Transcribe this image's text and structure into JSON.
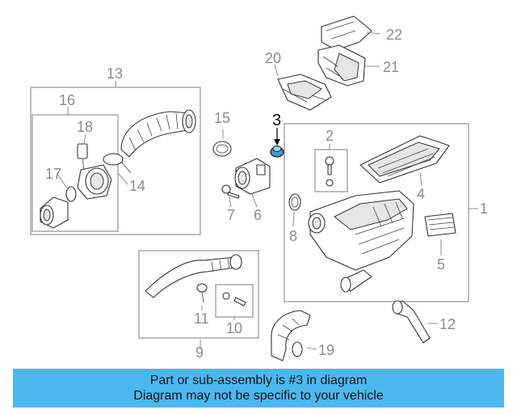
{
  "diagram": {
    "callouts": [
      "1",
      "2",
      "3",
      "4",
      "5",
      "6",
      "7",
      "8",
      "9",
      "10",
      "11",
      "12",
      "13",
      "14",
      "15",
      "16",
      "17",
      "18",
      "19",
      "20",
      "21",
      "22"
    ]
  },
  "banner": {
    "line1": "Part or sub-assembly is #3 in diagram",
    "line2": "Diagram may not be specific to your vehicle",
    "background": "#4cb8f0"
  }
}
